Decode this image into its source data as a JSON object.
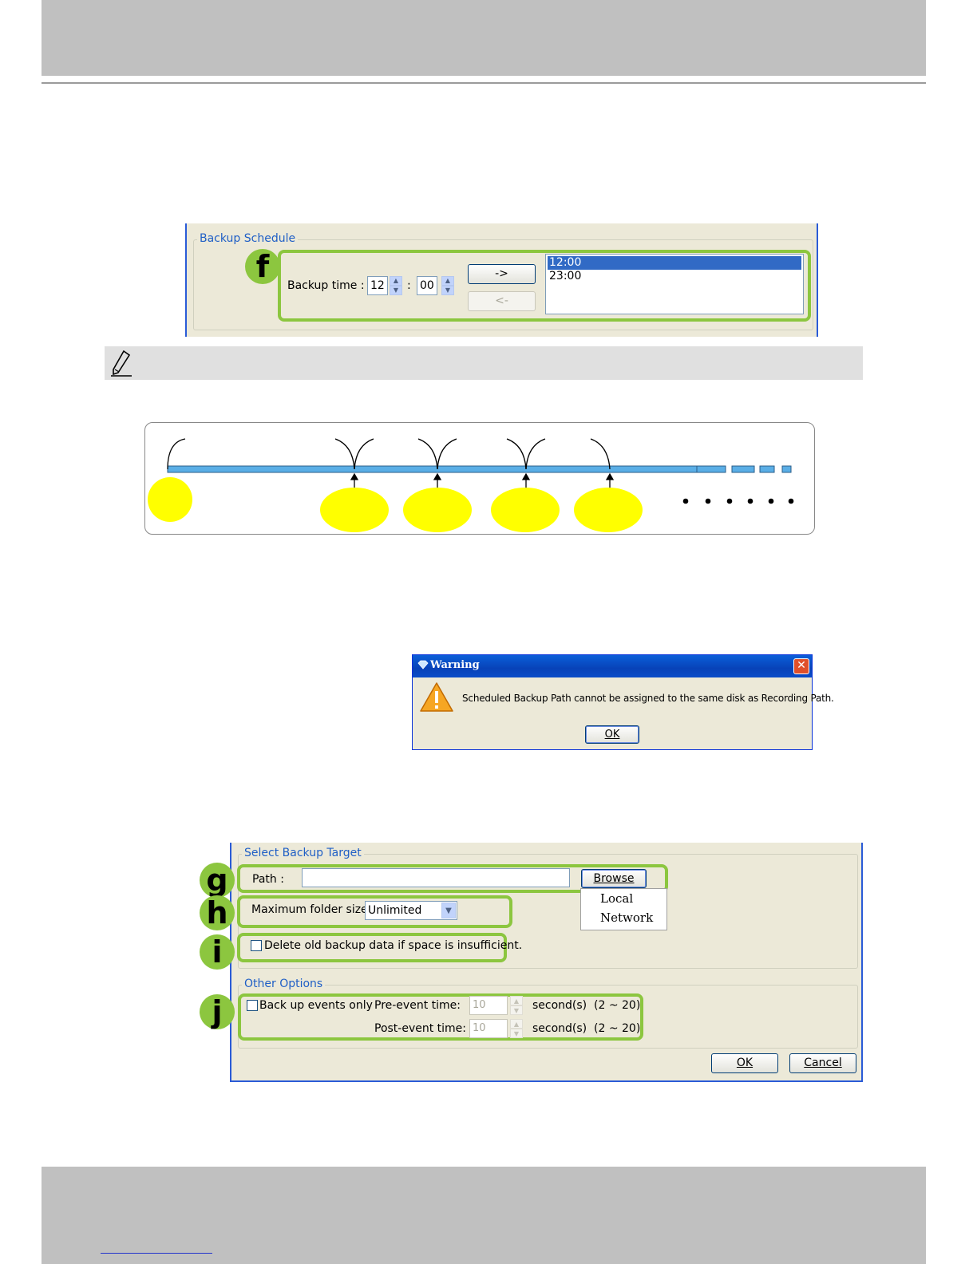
{
  "backup_schedule": {
    "legend": "Backup Schedule",
    "badge": "f",
    "backup_time_label": "Backup time :",
    "hour": "12",
    "separator": ":",
    "minute": "00",
    "add_label": "->",
    "remove_label": "<-",
    "times": [
      "12:00",
      "23:00"
    ],
    "selected_time": "12:00"
  },
  "warning_dialog": {
    "title": "Warning",
    "message": "Scheduled Backup Path cannot be assigned to the same disk as Recording Path.",
    "ok_label": "OK"
  },
  "backup_target": {
    "legend": "Select Backup Target",
    "path_badge": "g",
    "path_label": "Path :",
    "path_value": "",
    "browse_label": "Browse",
    "browse_menu": [
      "Local",
      "Network"
    ],
    "size_badge": "h",
    "max_size_label": "Maximum folder size:",
    "max_size_value": "Unlimited",
    "delete_badge": "i",
    "delete_label": "Delete old backup data if space is insufficient.",
    "delete_checked": false
  },
  "other_options": {
    "legend": "Other Options",
    "badge": "j",
    "events_only_label": "Back up events only",
    "events_only_checked": false,
    "pre_event_label": "Pre-event time:",
    "pre_event_value": "10",
    "post_event_label": "Post-event time:",
    "post_event_value": "10",
    "unit": "second(s)",
    "range": "(2 ~ 20)"
  },
  "dialog_buttons": {
    "ok_label": "OK",
    "cancel_label": "Cancel"
  },
  "colors": {
    "highlight_green": "#8cc63f",
    "callout_yellow": "#ffff00",
    "timeline_blue": "#5aaee6",
    "xp_blue": "#2a5bd7"
  }
}
